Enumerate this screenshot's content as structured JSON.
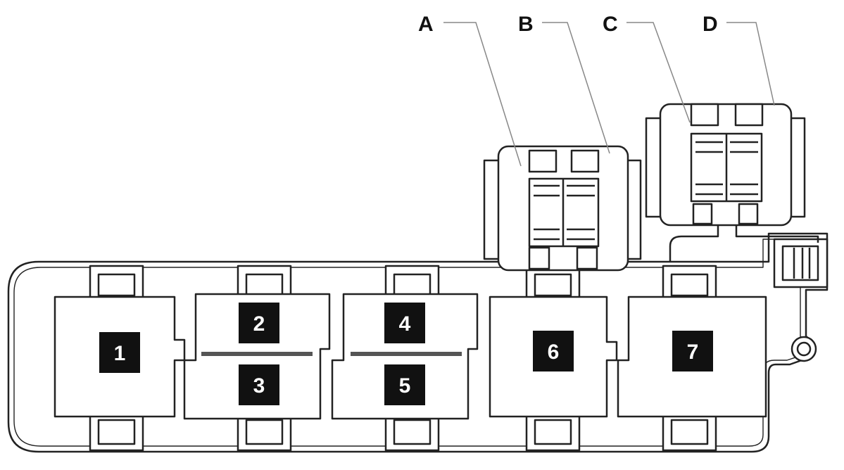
{
  "diagram": {
    "relays": [
      {
        "label": "1"
      },
      {
        "label": "2"
      },
      {
        "label": "3"
      },
      {
        "label": "4"
      },
      {
        "label": "5"
      },
      {
        "label": "6"
      },
      {
        "label": "7"
      }
    ],
    "callouts": [
      {
        "label": "A"
      },
      {
        "label": "B"
      },
      {
        "label": "C"
      },
      {
        "label": "D"
      }
    ]
  },
  "colors": {
    "line": "#222222",
    "fill": "#ffffff",
    "label_box": "#111111",
    "leader": "#888888"
  }
}
